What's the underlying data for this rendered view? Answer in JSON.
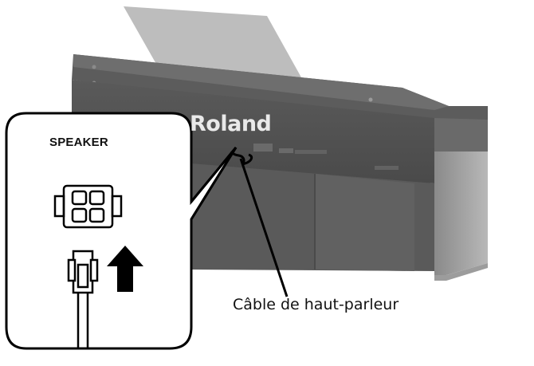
{
  "diagram": {
    "brand_logo": "Roland",
    "connector_label": "SPEAKER",
    "cable_label": "Câble de haut-parleur",
    "colors": {
      "piano_body": "#6b6b6b",
      "piano_dark": "#3f3f3f",
      "stand": "#c6c6c6",
      "line": "#000000",
      "callout_fill": "#ffffff",
      "arrow": "#000000"
    },
    "icons": {
      "connector": "speaker-socket-icon",
      "plug": "speaker-plug-icon",
      "direction": "arrow-up-icon"
    }
  }
}
